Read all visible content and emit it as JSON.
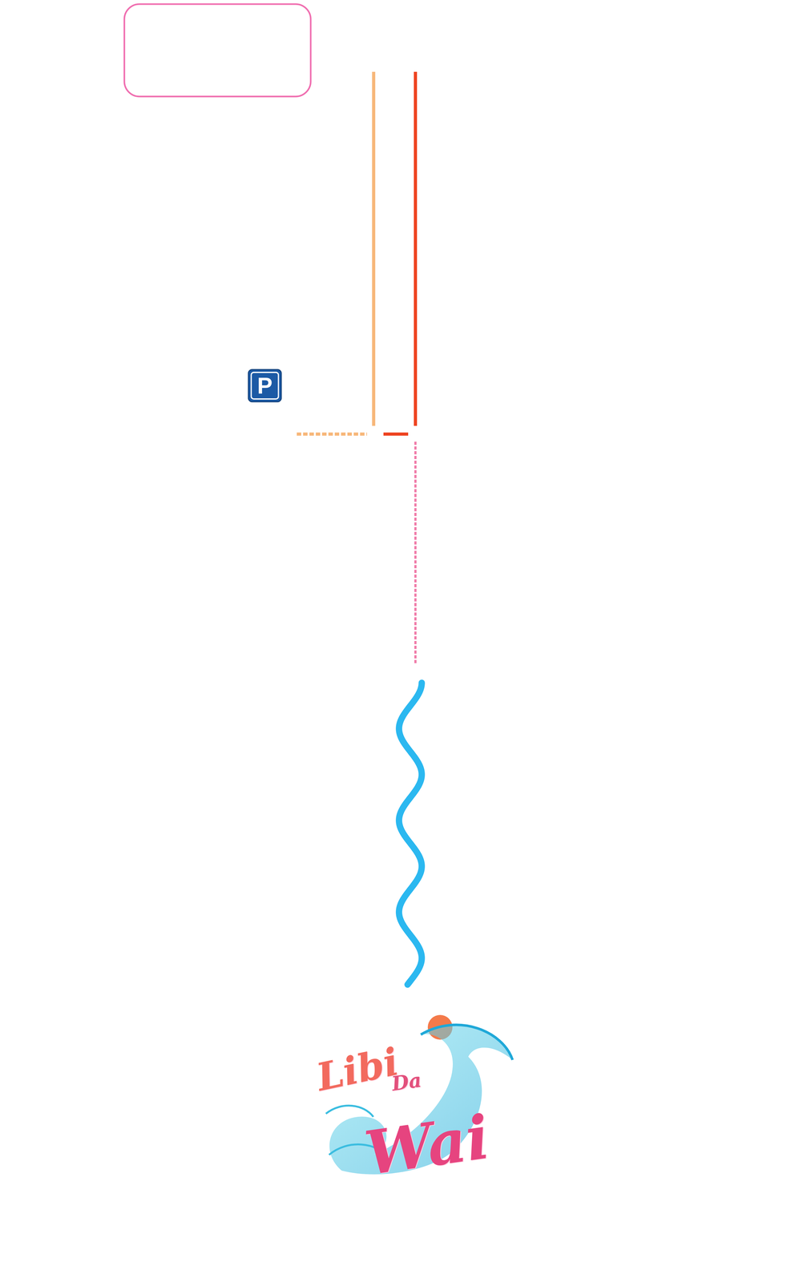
{
  "diagram": {
    "labels": [
      "P",
      "Libi",
      "Da",
      "Wai"
    ]
  }
}
